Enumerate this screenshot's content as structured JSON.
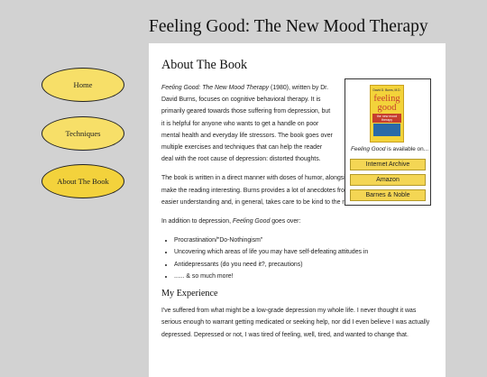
{
  "site": {
    "title": "Feeling Good: The New Mood Therapy"
  },
  "nav": {
    "items": [
      {
        "label": "Home"
      },
      {
        "label": "Techniques"
      },
      {
        "label": "About The Book"
      }
    ]
  },
  "main": {
    "heading": "About The Book",
    "intro": {
      "title_italic": "Feeling Good: The New Mood Therapy",
      "text": " (1980), written by Dr. David Burns, focuses on cognitive behavioral therapy. It is primarily geared towards those suffering from depression, but it is helpful for anyone who wants to get a handle on poor mental health and everyday life stressors. The book goes over multiple exercises and techniques that can help the reader deal with the root cause of depression: distorted thoughts."
    },
    "paragraph2": "The book is written in a direct manner with doses of humor, alongside some outdated phrases that make the reading interesting. Burns provides a lot of anecdotes from his years as a therapist for easier understanding and, in general, takes care to be kind to the reader.",
    "paragraph3": {
      "before": "In addition to depression, ",
      "italic": "Feeling Good",
      "after": " goes over:"
    },
    "topics": [
      "Procrastination/\"Do-Nothingism\"",
      "Uncovering which areas of life you may have self-defeating attitudes in",
      "Antidepressants (do you need it?, precautions)",
      "...... & so much more!"
    ],
    "experience": {
      "heading": "My Experience",
      "text": "I've suffered from what might be a low-grade depression my whole life. I never thought it was serious enough to warrant getting medicated or seeking help, nor did I even believe I was actually depressed. Depressed or not, I was tired of feeling, well, tired, and wanted to change that."
    }
  },
  "book": {
    "cover": {
      "author": "David D. Burns, M.D.",
      "title": "feeling good",
      "subtitle": "the new mood therapy"
    },
    "caption_italic": "Feeling Good",
    "caption_rest": " is available on...",
    "buttons": [
      {
        "label": "Internet Archive"
      },
      {
        "label": "Amazon"
      },
      {
        "label": "Barnes & Noble"
      }
    ]
  }
}
